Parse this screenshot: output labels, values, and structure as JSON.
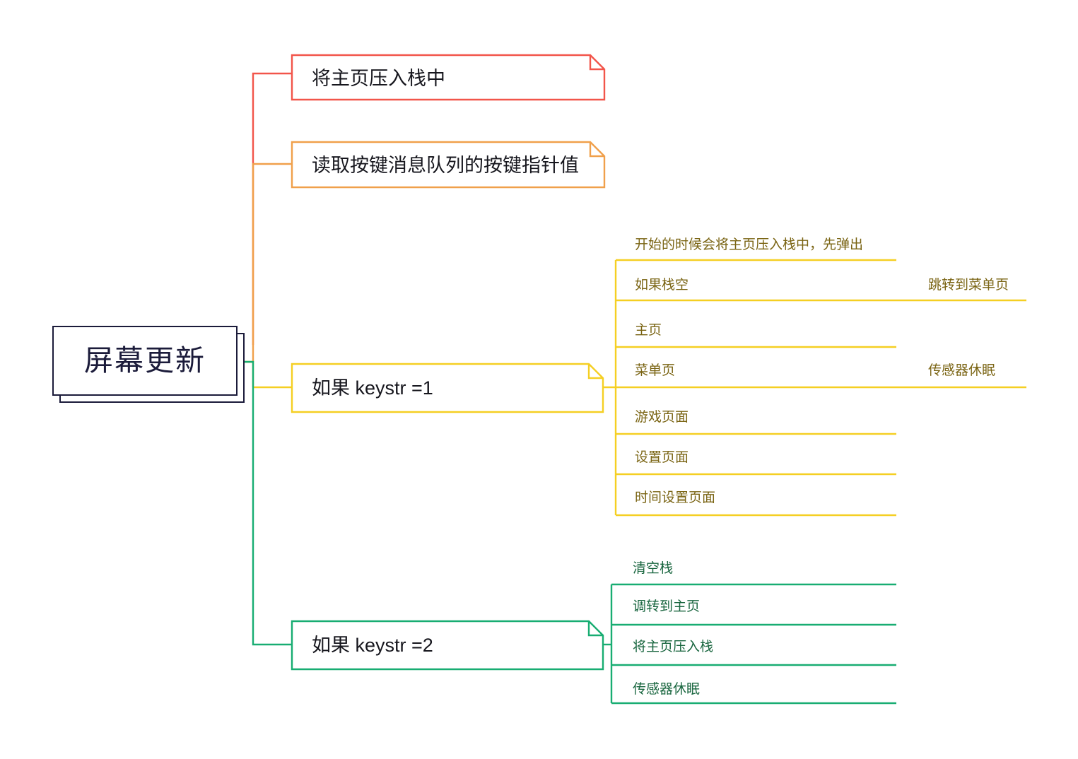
{
  "document": {
    "type": "mind-map",
    "title": "屏幕更新",
    "background": "#ffffff"
  },
  "colors": {
    "root_border": "#1b1b3a",
    "root_text": "#1b1b3a",
    "red": "#f2554a",
    "orange": "#f0a04b",
    "yellow": "#f5cf23",
    "green": "#18ad72",
    "yellow_text": "#7a6413",
    "green_text": "#19663f",
    "node_text": "#16161d"
  },
  "root": {
    "label": "屏幕更新"
  },
  "branches": [
    {
      "id": "branch-push-home",
      "color_key": "red",
      "color": "#f2554a",
      "label": "将主页压入栈中",
      "children": []
    },
    {
      "id": "branch-read-key",
      "color_key": "orange",
      "color": "#f0a04b",
      "label": "读取按键消息队列的按键指针值",
      "children": []
    },
    {
      "id": "branch-keystr-1",
      "color_key": "yellow",
      "color": "#f5cf23",
      "label": "如果 keystr =1",
      "children": [
        {
          "id": "n-start-push",
          "label": "开始的时候会将主页压入栈中，先弹出",
          "children": []
        },
        {
          "id": "n-stack-empty",
          "label": "如果栈空",
          "children": [
            {
              "id": "n-goto-menu",
              "label": "跳转到菜单页"
            }
          ]
        },
        {
          "id": "n-home",
          "label": "主页",
          "children": []
        },
        {
          "id": "n-menu",
          "label": "菜单页",
          "children": [
            {
              "id": "n-sensor-sleep-1",
              "label": "传感器休眠"
            }
          ]
        },
        {
          "id": "n-game",
          "label": "游戏页面",
          "children": []
        },
        {
          "id": "n-settings",
          "label": "设置页面",
          "children": []
        },
        {
          "id": "n-time-settings",
          "label": "时间设置页面",
          "children": []
        }
      ]
    },
    {
      "id": "branch-keystr-2",
      "color_key": "green",
      "color": "#18ad72",
      "label": "如果 keystr =2",
      "children": [
        {
          "id": "n-clear-stack",
          "label": "清空栈",
          "children": []
        },
        {
          "id": "n-goto-home",
          "label": "调转到主页",
          "children": []
        },
        {
          "id": "n-push-home",
          "label": "将主页压入栈",
          "children": []
        },
        {
          "id": "n-sensor-sleep-2",
          "label": "传感器休眠",
          "children": []
        }
      ]
    }
  ]
}
